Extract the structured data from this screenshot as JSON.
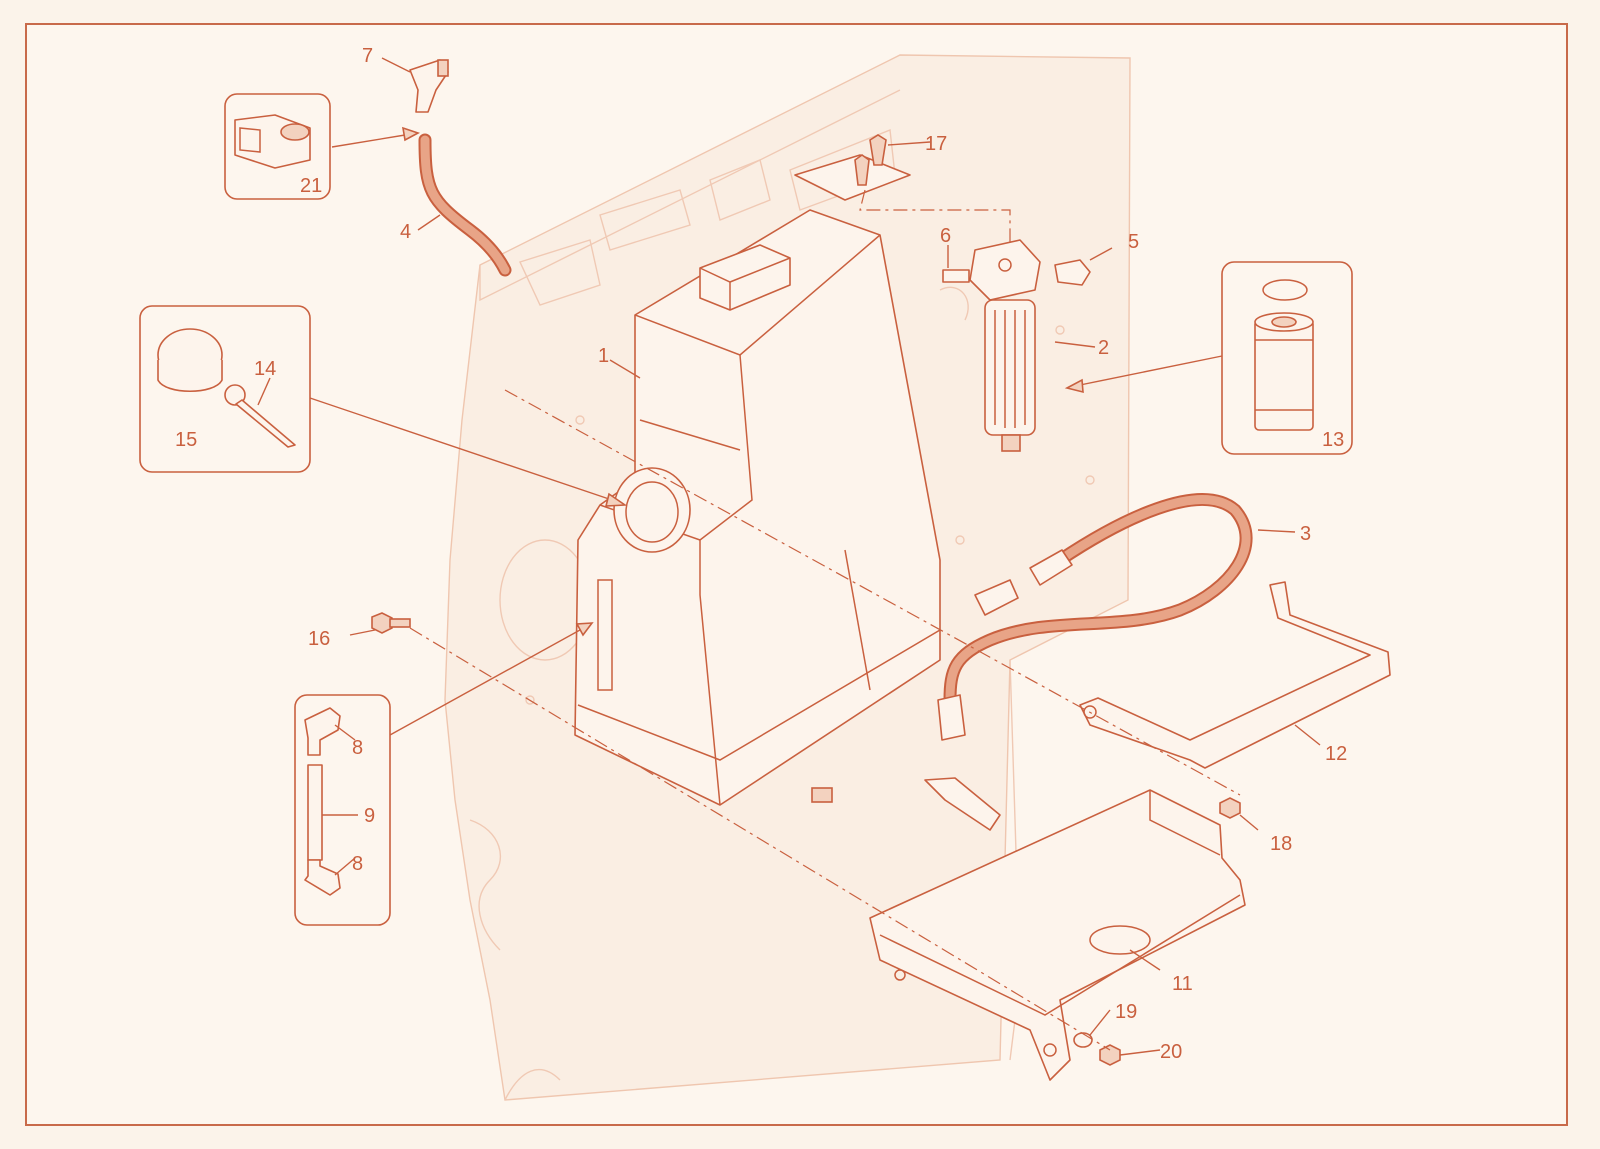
{
  "colors": {
    "line": "#c9603f",
    "background": "#fbf3ea",
    "ghost": "#f0c9b4"
  },
  "callouts": [
    {
      "id": "1",
      "text": "1"
    },
    {
      "id": "2",
      "text": "2"
    },
    {
      "id": "3",
      "text": "3"
    },
    {
      "id": "4",
      "text": "4"
    },
    {
      "id": "5",
      "text": "5"
    },
    {
      "id": "6",
      "text": "6"
    },
    {
      "id": "7",
      "text": "7"
    },
    {
      "id": "8a",
      "text": "8"
    },
    {
      "id": "8b",
      "text": "8"
    },
    {
      "id": "9",
      "text": "9"
    },
    {
      "id": "11",
      "text": "11"
    },
    {
      "id": "12",
      "text": "12"
    },
    {
      "id": "13",
      "text": "13"
    },
    {
      "id": "14",
      "text": "14"
    },
    {
      "id": "15",
      "text": "15"
    },
    {
      "id": "16",
      "text": "16"
    },
    {
      "id": "17",
      "text": "17"
    },
    {
      "id": "18",
      "text": "18"
    },
    {
      "id": "19",
      "text": "19"
    },
    {
      "id": "20",
      "text": "20"
    },
    {
      "id": "21",
      "text": "21"
    }
  ]
}
